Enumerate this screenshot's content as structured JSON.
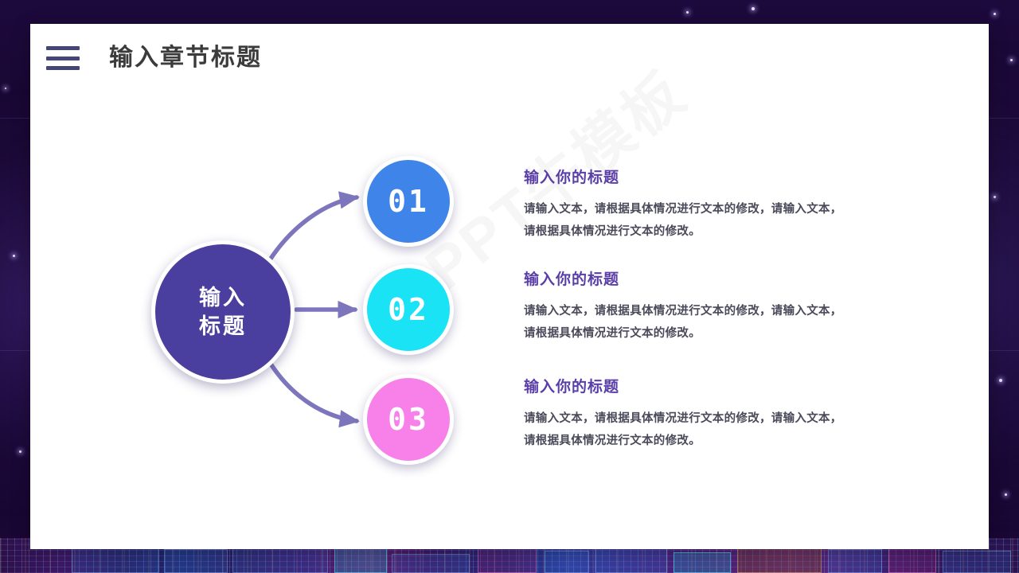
{
  "slide": {
    "header": {
      "menu_icon": "hamburger-menu-icon",
      "title": "输入章节标题"
    },
    "watermark": "PPT牛模板",
    "hub": {
      "line1": "输入",
      "line2": "标题",
      "color": "#4a3f9e"
    },
    "nodes": [
      {
        "number": "01",
        "color": "#3f84e8",
        "arrow": "curve-up"
      },
      {
        "number": "02",
        "color": "#1ae3f5",
        "arrow": "straight"
      },
      {
        "number": "03",
        "color": "#f781e8",
        "arrow": "curve-down"
      }
    ],
    "items": [
      {
        "title": "输入你的标题",
        "body_line1": "请输入文本，请根据具体情况进行文本的修改，请输入文本，",
        "body_line2": "请根据具体情况进行文本的修改。"
      },
      {
        "title": "输入你的标题",
        "body_line1": "请输入文本，请根据具体情况进行文本的修改，请输入文本，",
        "body_line2": "请根据具体情况进行文本的修改。"
      },
      {
        "title": "输入你的标题",
        "body_line1": "请输入文本，请根据具体情况进行文本的修改，请输入文本，",
        "body_line2": "请根据具体情况进行文本的修改。"
      }
    ],
    "colors": {
      "arrow": "#7e76bd",
      "title_text": "#3b3b3b",
      "item_title": "#5b3fa8",
      "body_text": "#4a4a5a",
      "menu_icon": "#454577",
      "card_background": "#ffffff",
      "slide_background": "#14052e"
    }
  }
}
